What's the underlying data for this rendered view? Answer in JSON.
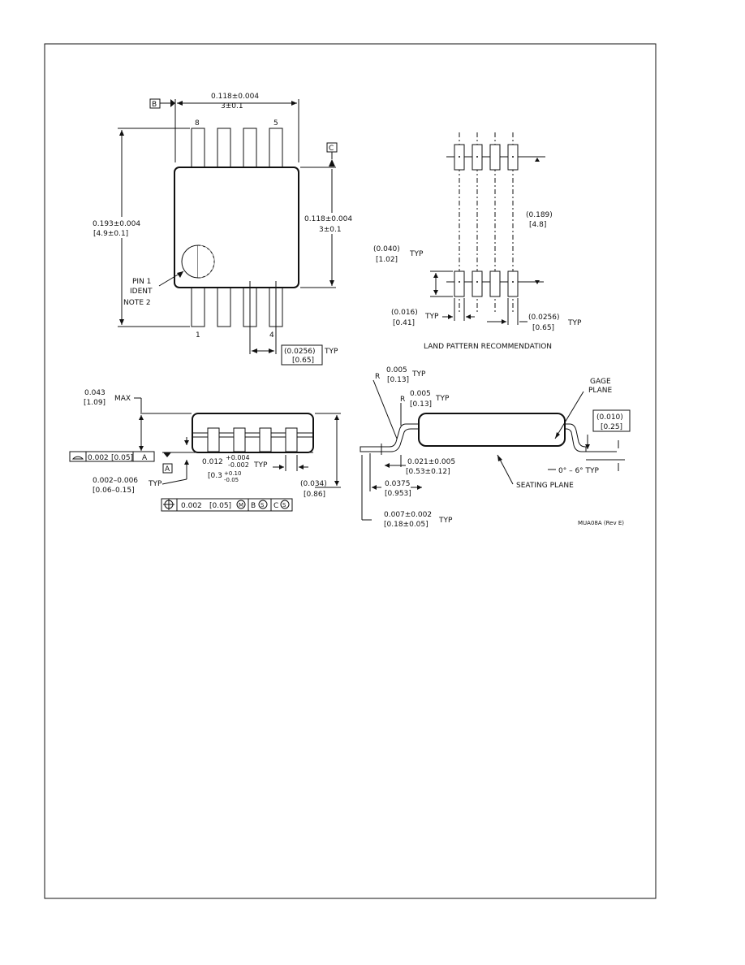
{
  "top_view": {
    "datum_b": "B",
    "datum_c": "C",
    "width_in": "0.118±0.004",
    "width_mm": "3±0.1",
    "pin8": "8",
    "pin5": "5",
    "pin1": "1",
    "pin4": "4",
    "length_in": "0.193±0.004",
    "length_mm": "[4.9±0.1]",
    "body_in": "0.118±0.004",
    "body_mm": "3±0.1",
    "pin1_ident_1": "PIN 1",
    "pin1_ident_2": "IDENT",
    "pin1_ident_3": "NOTE 2",
    "pitch_in": "(0.0256)",
    "pitch_typ": "TYP",
    "pitch_mm": "[0.65]"
  },
  "land_pattern": {
    "span_in": "(0.189)",
    "span_mm": "[4.8]",
    "pad_len_in": "(0.040)",
    "pad_len_typ": "TYP",
    "pad_len_mm": "[1.02]",
    "pad_w_in": "(0.016)",
    "pad_w_typ": "TYP",
    "pad_w_mm": "[0.41]",
    "pitch_in": "(0.0256)",
    "pitch_typ": "TYP",
    "pitch_mm": "[0.65]",
    "caption": "LAND PATTERN RECOMMENDATION"
  },
  "side_view": {
    "height_in": "0.043",
    "height_mm": "[1.09]",
    "height_max": "MAX",
    "flat_tol_in": "0.002",
    "flat_tol_mm": "[0.05]",
    "flat_datum": "A",
    "datum_a": "A",
    "standoff_in": "0.002–0.006",
    "standoff_typ": "TYP",
    "standoff_mm": "[0.06–0.15]",
    "lead_w_in": "0.012",
    "lead_w_tol_plus": "+0.004",
    "lead_w_tol_minus": "-0.002",
    "lead_w_typ": "TYP",
    "lead_w_mm": "[0.3",
    "lead_w_mm_plus": "+0.10",
    "lead_w_mm_minus": "-0.05",
    "body_h_in": "(0.034)",
    "body_h_mm": "[0.86]",
    "pos_tol_in": "0.002",
    "pos_tol_mm": "[0.05]",
    "pos_datum_b": "B",
    "pos_datum_c": "C"
  },
  "lead_detail": {
    "r1_label": "R",
    "r1_in": "0.005",
    "r1_typ": "TYP",
    "r1_mm": "[0.13]",
    "r2_label": "R",
    "r2_in": "0.005",
    "r2_typ": "TYP",
    "r2_mm": "[0.13]",
    "gauge_1": "GAGE",
    "gauge_2": "PLANE",
    "gauge_in": "(0.010)",
    "gauge_mm": "[0.25]",
    "foot_in": "0.021±0.005",
    "foot_mm": "[0.53±0.12]",
    "angle": "0° – 6° TYP",
    "foot_len_in": "0.0375",
    "foot_len_mm": "[0.953]",
    "seating": "SEATING PLANE",
    "thick_in": "0.007±0.002",
    "thick_typ": "TYP",
    "thick_mm": "[0.18±0.05]",
    "drawing_id": "MUA08A (Rev E)"
  }
}
